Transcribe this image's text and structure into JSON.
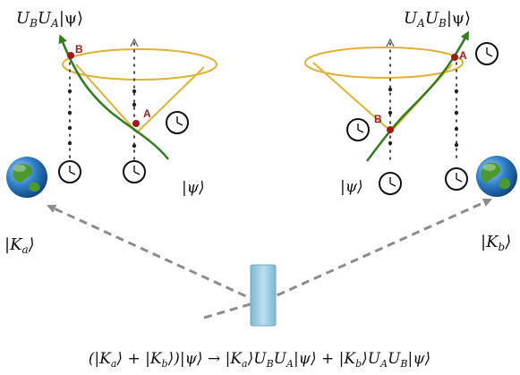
{
  "panels": {
    "left": {
      "label": "U_B U_A|ψ⟩",
      "point_upper": "B",
      "point_lower": "A",
      "state_label": "|ψ⟩"
    },
    "right": {
      "label": "U_A U_B|ψ⟩",
      "point_upper": "A",
      "point_lower": "B",
      "state_label": "|ψ⟩"
    }
  },
  "earth_left_label": "|K_a⟩",
  "earth_right_label": "|K_b⟩",
  "equation": "(|K_a⟩ + |K_b⟩)|ψ⟩ → |K_a⟩U_B U_A|ψ⟩ + |K_b⟩U_A U_B|ψ⟩",
  "colors": {
    "cone": "#e0b133",
    "worldline": "#2f7d1e",
    "points": "#a0191b",
    "arrow": "#8c8c8c",
    "splitter": "#9ccadc",
    "earth_ocean": "#1f6fb5",
    "earth_land": "#4a9a2f"
  },
  "icons": [
    "clock-icon",
    "earth-icon",
    "beam-splitter-icon"
  ]
}
